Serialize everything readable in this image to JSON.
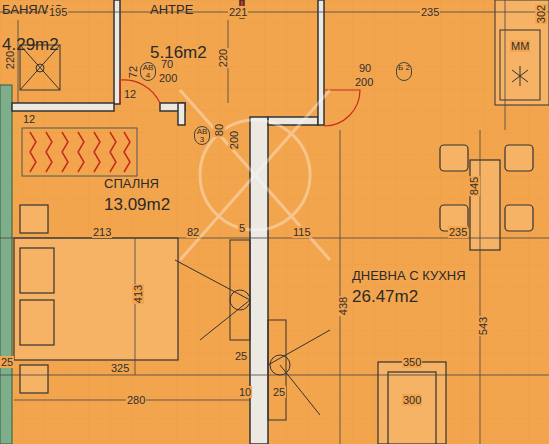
{
  "diagram": {
    "nodes": [
      {
        "text": [
          "БАНЯ/WC",
          "4.29m2"
        ]
      },
      {
        "text": [
          "АНТРЕ",
          "5.16m2"
        ]
      },
      {
        "text": [
          "СПАЛНЯ",
          "13.09m2"
        ]
      },
      {
        "text": [
          "ДНЕВНА С КУХНЯ",
          "26.47m2"
        ]
      }
    ],
    "edges": [],
    "labels": [
      "195",
      "221",
      "235",
      "302",
      "220",
      "72",
      "12",
      "12",
      "АВ 4",
      "70",
      "200",
      "220",
      "90",
      "200",
      "Б 2",
      "АВ 3",
      "80",
      "200",
      "213",
      "82",
      "5",
      "115",
      "235",
      "845",
      "413",
      "438",
      "543",
      "325",
      "25",
      "25",
      "280",
      "10",
      "25",
      "350",
      "300",
      "ММ"
    ]
  }
}
